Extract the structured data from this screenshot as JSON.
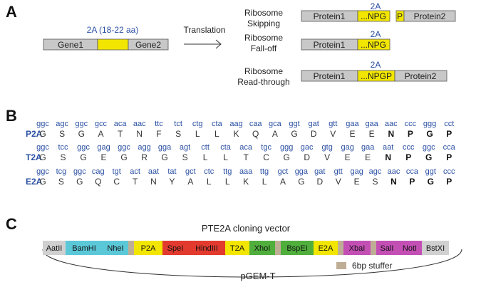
{
  "panelA": {
    "label": "A",
    "twoA_label": "2A (18-22 aa)",
    "gene1": "Gene1",
    "gene2": "Gene2",
    "translation": "Translation",
    "outcomes": [
      {
        "name": [
          "Ribosome",
          "Skipping"
        ],
        "protein1": "Protein1",
        "tag": "...NPG",
        "tag2": "P",
        "protein2": "Protein2",
        "label2A": "2A"
      },
      {
        "name": [
          "Ribosome",
          "Fall-off"
        ],
        "protein1": "Protein1",
        "tag": "...NPG",
        "label2A": "2A"
      },
      {
        "name": [
          "Ribosome",
          "Read-through"
        ],
        "protein1": "Protein1",
        "tag": "...NPGP",
        "protein2": "Protein2",
        "label2A": "2A"
      }
    ],
    "colors": {
      "gene_gray": "#c8c8c8",
      "yellow": "#f2e600",
      "outline": "#555555"
    }
  },
  "panelB": {
    "label": "B",
    "rows": [
      {
        "name": "P2A",
        "codons": [
          "ggc",
          "agc",
          "ggc",
          "gcc",
          "aca",
          "aac",
          "ttc",
          "tct",
          "ctg",
          "cta",
          "aag",
          "caa",
          "gca",
          "ggt",
          "gat",
          "gtt",
          "gaa",
          "gaa",
          "aac",
          "ccc",
          "ggg",
          "cct"
        ],
        "aas": [
          "G",
          "S",
          "G",
          "A",
          "T",
          "N",
          "F",
          "S",
          "L",
          "L",
          "K",
          "Q",
          "A",
          "G",
          "D",
          "V",
          "E",
          "E",
          "N",
          "P",
          "G",
          "P"
        ],
        "bold_from": 18
      },
      {
        "name": "T2A",
        "codons": [
          "ggc",
          "tcc",
          "ggc",
          "gag",
          "ggc",
          "agg",
          "gga",
          "agt",
          "ctt",
          "cta",
          "aca",
          "tgc",
          "ggg",
          "gac",
          "gtg",
          "gag",
          "gaa",
          "aat",
          "ccc",
          "ggc",
          "cca"
        ],
        "aas": [
          "G",
          "S",
          "G",
          "E",
          "G",
          "R",
          "G",
          "S",
          "L",
          "L",
          "T",
          "C",
          "G",
          "D",
          "V",
          "E",
          "E",
          "N",
          "P",
          "G",
          "P"
        ],
        "bold_from": 17
      },
      {
        "name": "E2A",
        "codons": [
          "ggc",
          "tcg",
          "ggc",
          "cag",
          "tgt",
          "act",
          "aat",
          "tat",
          "gct",
          "ctc",
          "ttg",
          "aaa",
          "ttg",
          "gct",
          "gga",
          "gat",
          "gtt",
          "gag",
          "agc",
          "aac",
          "cca",
          "ggt",
          "ccc"
        ],
        "aas": [
          "G",
          "S",
          "G",
          "Q",
          "C",
          "T",
          "N",
          "Y",
          "A",
          "L",
          "L",
          "K",
          "L",
          "A",
          "G",
          "D",
          "V",
          "E",
          "S",
          "N",
          "P",
          "G",
          "P"
        ],
        "bold_from": 19
      }
    ]
  },
  "panelC": {
    "label": "C",
    "title": "PTE2A cloning vector",
    "backbone": "pGEM-T",
    "legend": "6bp stuffer",
    "sites": [
      {
        "name": "AatII",
        "color": "#d0d0d0"
      },
      {
        "name": "BamHI",
        "color": "#5bc8d8"
      },
      {
        "name": "NheI",
        "color": "#5bc8d8"
      },
      {
        "name": "P2A",
        "color": "#f2e600"
      },
      {
        "name": "SpeI",
        "color": "#e23a2e"
      },
      {
        "name": "HindIII",
        "color": "#e23a2e"
      },
      {
        "name": "T2A",
        "color": "#f2e600"
      },
      {
        "name": "XhoI",
        "color": "#4fae3c"
      },
      {
        "name": "BspEI",
        "color": "#4fae3c"
      },
      {
        "name": "E2A",
        "color": "#f2e600"
      },
      {
        "name": "XbaI",
        "color": "#c34fb5"
      },
      {
        "name": "SalI",
        "color": "#c34fb5"
      },
      {
        "name": "NotI",
        "color": "#c34fb5"
      },
      {
        "name": "BstXI",
        "color": "#d0d0d0"
      }
    ],
    "stuffer_color": "#bfae96"
  }
}
